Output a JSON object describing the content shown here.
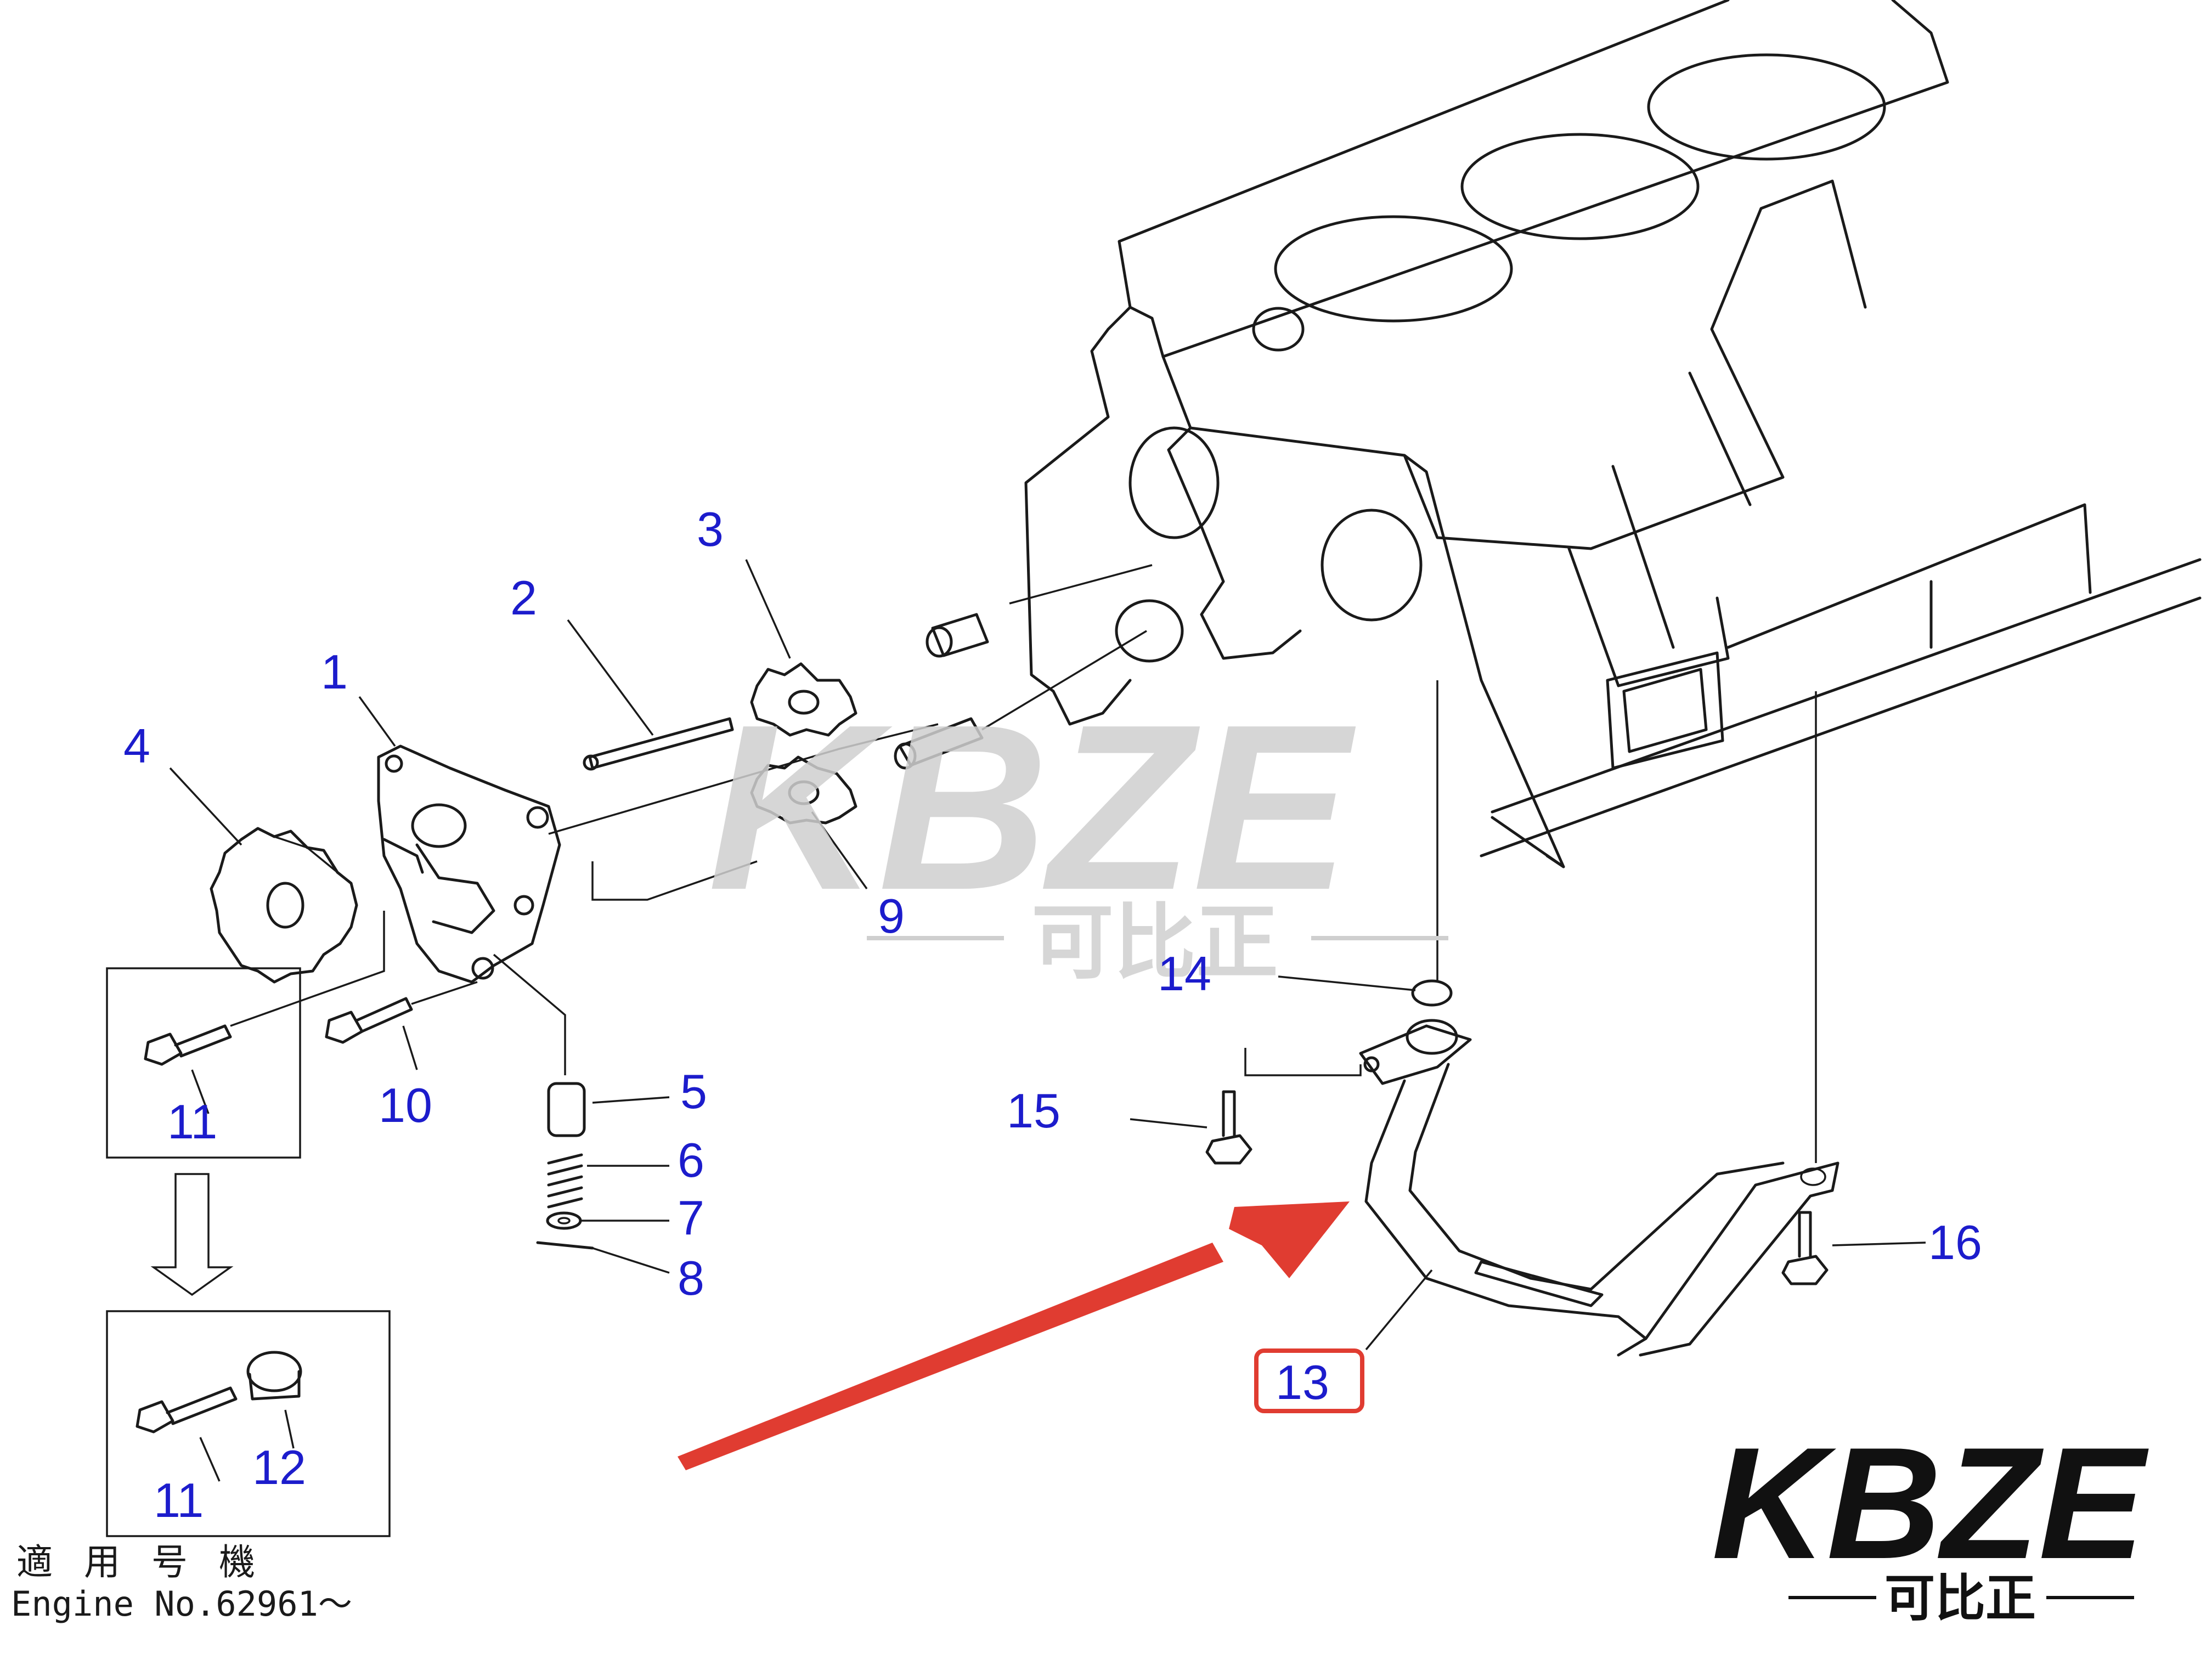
{
  "watermark": {
    "text": "KBZE",
    "subtext": "可比正"
  },
  "logo": {
    "text": "KBZE",
    "subtext": "可比正"
  },
  "note": {
    "line1": "適 用 号 機",
    "line2": "Engine No.62961～"
  },
  "parts": [
    {
      "label": "1"
    },
    {
      "label": "2"
    },
    {
      "label": "3"
    },
    {
      "label": "4"
    },
    {
      "label": "5"
    },
    {
      "label": "6"
    },
    {
      "label": "7"
    },
    {
      "label": "8"
    },
    {
      "label": "9"
    },
    {
      "label": "10"
    },
    {
      "label": "11"
    },
    {
      "label": "11"
    },
    {
      "label": "12"
    },
    {
      "label": "13"
    },
    {
      "label": "14"
    },
    {
      "label": "15"
    },
    {
      "label": "16"
    }
  ],
  "highlight": {
    "part": "13",
    "color": "#e03c31"
  },
  "colors": {
    "label": "#1c1ccc",
    "arrow": "#e03c31",
    "ink": "#1a1a1a"
  }
}
